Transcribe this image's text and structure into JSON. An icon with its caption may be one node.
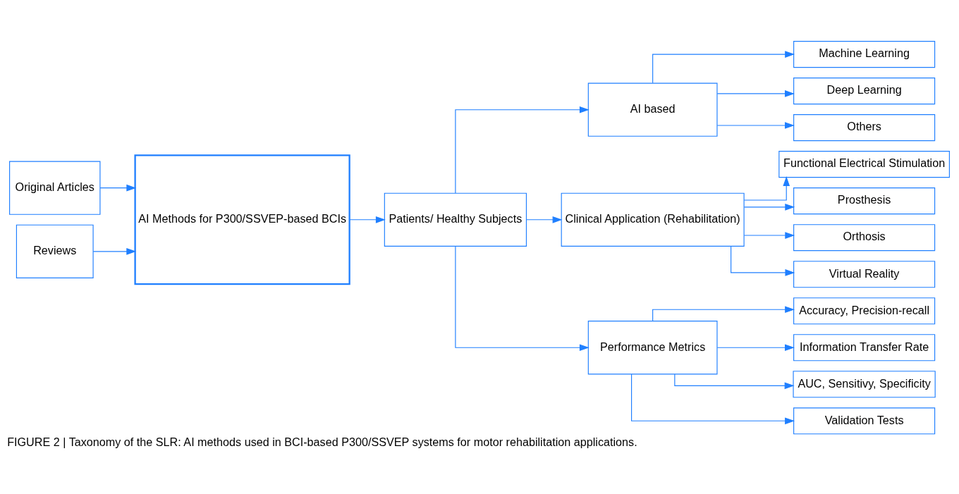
{
  "diagram": {
    "caption": "FIGURE 2 | Taxonomy of the SLR: AI methods used in BCI-based P300/SSVEP systems for motor rehabilitation applications.",
    "nodes": [
      {
        "text": [
          "Original Articles"
        ]
      },
      {
        "text": [
          "Reviews"
        ]
      },
      {
        "text": [
          "AI Methods for P300/SSVEP-based BCIs"
        ]
      },
      {
        "text": [
          "Patients/ Healthy Subjects"
        ]
      },
      {
        "text": [
          "AI based"
        ]
      },
      {
        "text": [
          "Clinical Application (Rehabilitation)"
        ]
      },
      {
        "text": [
          "Performance Metrics"
        ]
      },
      {
        "text": [
          "Machine Learning"
        ]
      },
      {
        "text": [
          "Deep Learning"
        ]
      },
      {
        "text": [
          "Others"
        ]
      },
      {
        "text": [
          "Functional Electrical Stimulation"
        ]
      },
      {
        "text": [
          "Prosthesis"
        ]
      },
      {
        "text": [
          "Orthosis"
        ]
      },
      {
        "text": [
          "Virtual Reality"
        ]
      },
      {
        "text": [
          "Accuracy, Precision-recall"
        ]
      },
      {
        "text": [
          "Information Transfer Rate"
        ]
      },
      {
        "text": [
          "AUC, Sensitivy, Specificity"
        ]
      },
      {
        "text": [
          "Validation Tests"
        ]
      }
    ],
    "edges": [
      {
        "from": 0,
        "to": 2,
        "arrow": "to"
      },
      {
        "from": 1,
        "to": 2,
        "arrow": "to"
      },
      {
        "from": 2,
        "to": 3,
        "arrow": "to"
      },
      {
        "from": 3,
        "to": 4,
        "arrow": "to"
      },
      {
        "from": 3,
        "to": 5,
        "arrow": "to"
      },
      {
        "from": 3,
        "to": 6,
        "arrow": "to"
      },
      {
        "from": 4,
        "to": 7,
        "arrow": "to"
      },
      {
        "from": 4,
        "to": 8,
        "arrow": "to"
      },
      {
        "from": 4,
        "to": 9,
        "arrow": "to"
      },
      {
        "from": 5,
        "to": 10,
        "arrow": "to"
      },
      {
        "from": 5,
        "to": 11,
        "arrow": "to"
      },
      {
        "from": 5,
        "to": 12,
        "arrow": "to"
      },
      {
        "from": 5,
        "to": 13,
        "arrow": "to"
      },
      {
        "from": 6,
        "to": 14,
        "arrow": "to"
      },
      {
        "from": 6,
        "to": 15,
        "arrow": "to"
      },
      {
        "from": 6,
        "to": 16,
        "arrow": "to"
      },
      {
        "from": 6,
        "to": 17,
        "arrow": "to"
      }
    ]
  }
}
